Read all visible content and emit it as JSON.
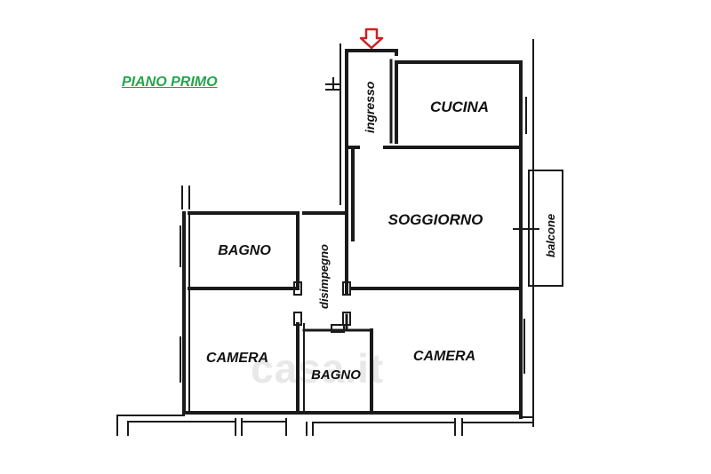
{
  "floor_title": "PIANO PRIMO",
  "watermark": "casa.it",
  "colors": {
    "title": "#22a64a",
    "wall": "#1a1a1a",
    "entrance_arrow": "#d01f1f"
  },
  "icons": {
    "entrance": "entrance-arrow-icon"
  },
  "rooms": {
    "ingresso": "ingresso",
    "cucina": "CUCINA",
    "soggiorno": "SOGGIORNO",
    "balcone": "balcone",
    "bagno_top": "BAGNO",
    "disimpegno": "disimpegno",
    "camera_left": "CAMERA",
    "bagno_bottom": "BAGNO",
    "camera_right": "CAMERA"
  }
}
